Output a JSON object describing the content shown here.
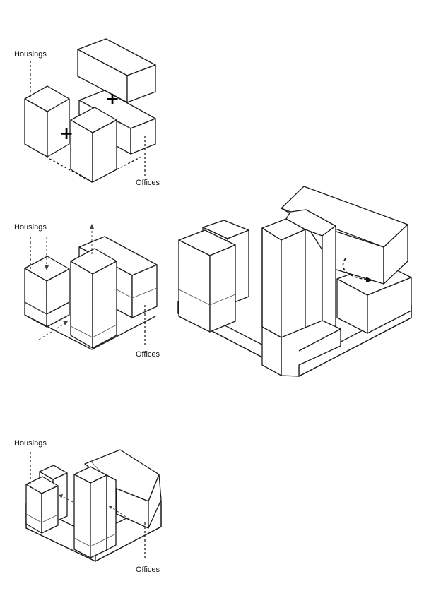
{
  "labels": {
    "step1_housings": "Housings",
    "step1_offices": "Offices",
    "step2_housings": "Housings",
    "step2_offices": "Offices",
    "step3_housings": "Housings",
    "step3_offices": "Offices"
  },
  "symbols": {
    "plus_a": "+",
    "plus_b": "+"
  }
}
